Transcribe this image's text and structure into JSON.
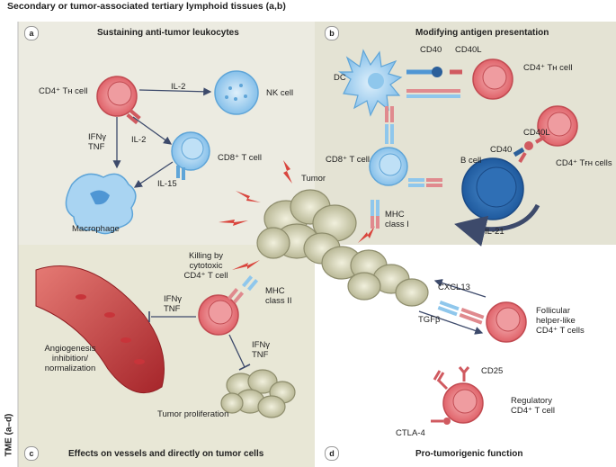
{
  "heading": "Secondary or tumor-associated tertiary lymphoid tissues (a,b)",
  "side_label": "TME (a–d)",
  "panels": {
    "a": {
      "letter": "a",
      "title": "Sustaining anti-tumor leukocytes"
    },
    "b": {
      "letter": "b",
      "title": "Modifying antigen presentation"
    },
    "c": {
      "letter": "c",
      "title": "Effects on vessels and directly on tumor cells"
    },
    "d": {
      "letter": "d",
      "title": "Pro-tumorigenic function"
    }
  },
  "labels": {
    "cd4_th_a": "CD4⁺ Tʜ cell",
    "il2_top": "IL-2",
    "nk_cell": "NK cell",
    "ifng_tnf_a_1": "IFNγ",
    "ifng_tnf_a_2": "TNF",
    "il2_mid": "IL-2",
    "cd8_a": "CD8⁺ T cell",
    "il15": "IL-15",
    "macrophage": "Macrophage",
    "tumor": "Tumor",
    "dc": "DC",
    "cd40_b1": "CD40",
    "cd40l_b1": "CD40L",
    "cd4_th_b": "CD4⁺ Tʜ cell",
    "cd8_b": "CD8⁺ T cell",
    "b_cell": "B cell",
    "cd40l_b2": "CD40L",
    "cd40_b2": "CD40",
    "cd4_tfh": "CD4⁺ Tғʜ cells",
    "mhc1_1": "MHC",
    "mhc1_2": "class I",
    "il21": "IL-21",
    "killing_1": "Killing by",
    "killing_2": "cytotoxic",
    "killing_3": "CD4⁺ T cell",
    "mhc2_1": "MHC",
    "mhc2_2": "class II",
    "ifng_c1_1": "IFNγ",
    "ifng_c1_2": "TNF",
    "ifng_c2_1": "IFNγ",
    "ifng_c2_2": "TNF",
    "angio_1": "Angiogenesis",
    "angio_2": "inhibition/",
    "angio_3": "normalization",
    "tumor_prolif": "Tumor proliferation",
    "cxcl13": "CXCL13",
    "tgfb": "TGFβ",
    "follicular_1": "Follicular",
    "follicular_2": "helper-like",
    "follicular_3": "CD4⁺ T cells",
    "cd25": "CD25",
    "ctla4": "CTLA-4",
    "treg_1": "Regulatory",
    "treg_2": "CD4⁺ T cell"
  },
  "colors": {
    "panel_a_bg": "#ecebe1",
    "panel_b_bg": "#e4e3d4",
    "panel_c_bg": "#e8e7d6",
    "panel_d_bg": "#ffffff",
    "cd4_cell": "#e8737a",
    "cd8_cell": "#8fc7ec",
    "b_cell": "#2f6fb5",
    "tumor": "#d7d6b8",
    "arrow": "#3d4a6b",
    "lightning": "#d9453d"
  }
}
